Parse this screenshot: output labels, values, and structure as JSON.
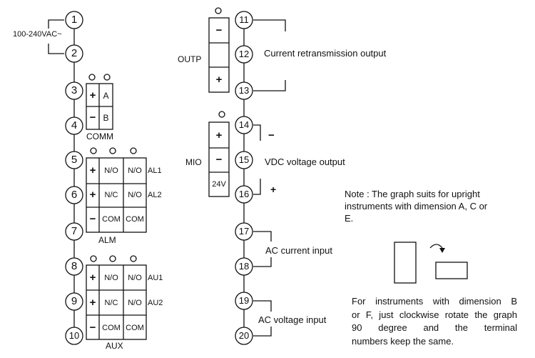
{
  "terminals": [
    "1",
    "2",
    "3",
    "4",
    "5",
    "6",
    "7",
    "8",
    "9",
    "10",
    "11",
    "12",
    "13",
    "14",
    "15",
    "16",
    "17",
    "18",
    "19",
    "20"
  ],
  "power_label": "100-240VAC~",
  "comm": {
    "label": "COMM",
    "plus": "+",
    "minus": "−",
    "a": "A",
    "b": "B"
  },
  "alm": {
    "label": "ALM",
    "plus": "+",
    "minus": "−",
    "no": "N/O",
    "nc": "N/C",
    "com": "COM",
    "al1": "AL1",
    "al2": "AL2"
  },
  "aux": {
    "label": "AUX",
    "plus": "+",
    "minus": "−",
    "no": "N/O",
    "nc": "N/C",
    "com": "COM",
    "au1": "AU1",
    "au2": "AU2"
  },
  "outp": {
    "label": "OUTP",
    "minus": "−",
    "plus": "+",
    "description": "Current retransmission output"
  },
  "mio": {
    "label": "MIO",
    "plus": "+",
    "minus": "−",
    "voltage": "24V",
    "description": "VDC voltage output",
    "sign_minus": "−",
    "sign_plus": "+"
  },
  "ac_current": "AC current input",
  "ac_voltage": "AC voltage input",
  "note": [
    "Note : The graph suits for upright",
    "instruments with dimension A, C or",
    "E."
  ],
  "rotate_note": [
    "For instruments with dimension B",
    "or F, just clockwise rotate the graph",
    "90 degree and the terminal",
    "numbers keep the same."
  ]
}
